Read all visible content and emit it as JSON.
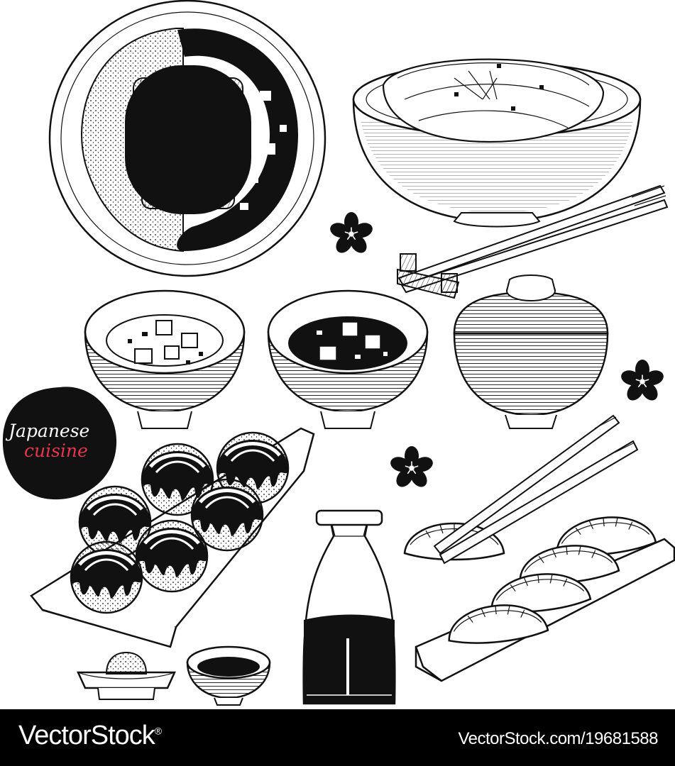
{
  "badge": {
    "line1": "Japanese",
    "line2": "cuisine",
    "line2_color": "#e8344e"
  },
  "footer": {
    "brand": "VectorStock",
    "brand_mark": "®",
    "credit": "VectorStock.com/19681588"
  },
  "colors": {
    "ink": "#111111",
    "paper": "#ffffff",
    "footer_bg": "#000000"
  },
  "illustrations": [
    "tonkatsu-curry-plate-icon",
    "udon-bowl-icon",
    "chopsticks-on-rest-icon",
    "miso-soup-bowl-icon",
    "soy-broth-bowl-icon",
    "lidded-rice-bowl-icon",
    "takoyaki-boat-icon",
    "soy-sauce-bottle-icon",
    "gyoza-plate-icon",
    "wasabi-dish-icon",
    "soy-dipping-dish-icon",
    "sakura-flower-icon"
  ]
}
